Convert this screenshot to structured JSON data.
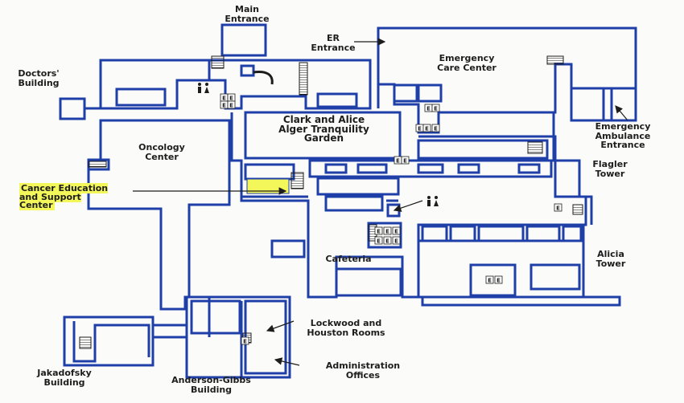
{
  "colors": {
    "wall": "#1f3fa8",
    "highlight": "#f3f75a",
    "paper": "#fbfbfa",
    "text": "#1d1d1d"
  },
  "labels": {
    "main_entrance": "Main\nEntrance",
    "er_entrance": "ER\nEntrance",
    "emergency_care_center": "Emergency\nCare Center",
    "doctors_building": "Doctors'\nBuilding",
    "clark_alice_garden": "Clark and Alice\nAlger Tranquility\nGarden",
    "oncology_center": "Oncology\nCenter",
    "cancer_education": "Cancer Education\nand Support\nCenter",
    "emergency_ambulance_entrance": "Emergency\nAmbulance\nEntrance",
    "flagler_tower": "Flagler\nTower",
    "cafeteria": "Cafeteria",
    "alicia_tower": "Alicia\nTower",
    "lockwood_houston_rooms": "Lockwood and\nHouston Rooms",
    "administration_offices": "Administration\nOffices",
    "jakadofsky_building": "Jakadofsky\nBuilding",
    "anderson_gibbs_building": "Anderson-Gibbs\nBuilding"
  },
  "icons": {
    "elevator": "elevator-icon",
    "stairs": "stairs-icon",
    "restroom": "restroom-icon",
    "arrow": "arrow-icon"
  },
  "elevator_letter": "E"
}
